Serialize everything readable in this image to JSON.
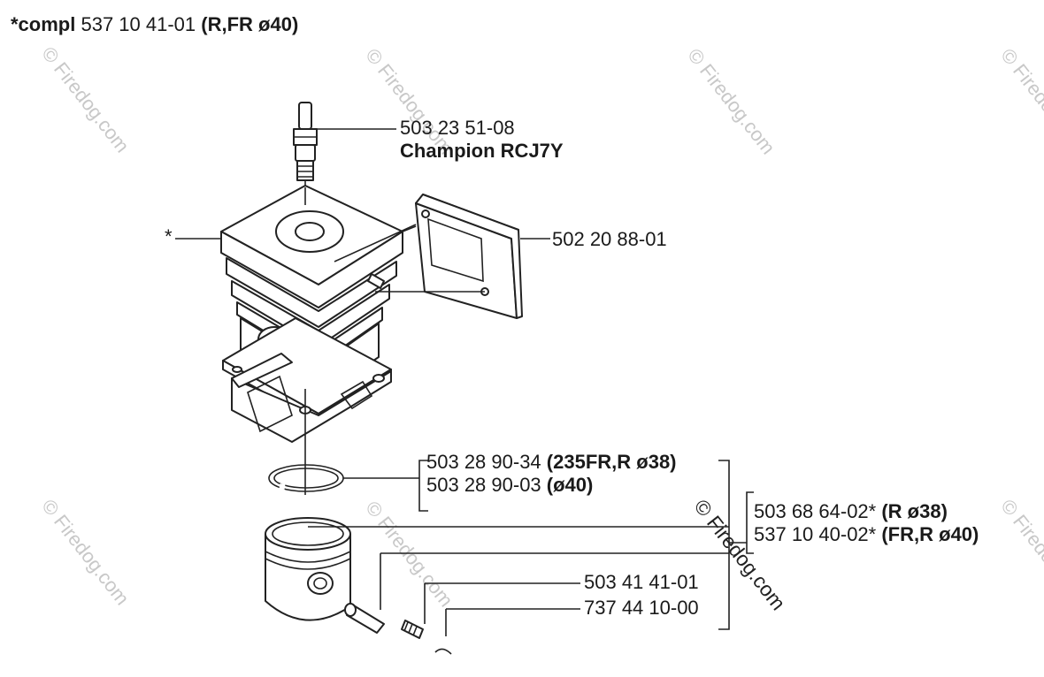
{
  "title": {
    "prefix": "*compl",
    "number": "537 10 41-01",
    "paren_open": "(",
    "variant": "R,FR ø40",
    "paren_close": ")"
  },
  "watermark": {
    "text": "© Firedog.com",
    "color": "#c8c8c8"
  },
  "parts": {
    "spark_plug": {
      "number": "503 23 51-08",
      "name": "Champion RCJ7Y"
    },
    "gasket": {
      "number": "502 20 88-01"
    },
    "cylinder": {
      "mark": "*"
    },
    "ring": {
      "line1_number": "503 28 90-34",
      "line1_variant": "(235FR,R ø38)",
      "line2_number": "503 28 90-03",
      "line2_variant": "(ø40)"
    },
    "piston_kit": {
      "line1_number": "503 68 64-02*",
      "line1_variant": "(R ø38)",
      "line2_number": "537 10 40-02*",
      "line2_variant": "(FR,R ø40)"
    },
    "pin": {
      "number": "503 41 41-01"
    },
    "bearing": {
      "number": "737 44 10-00"
    }
  }
}
